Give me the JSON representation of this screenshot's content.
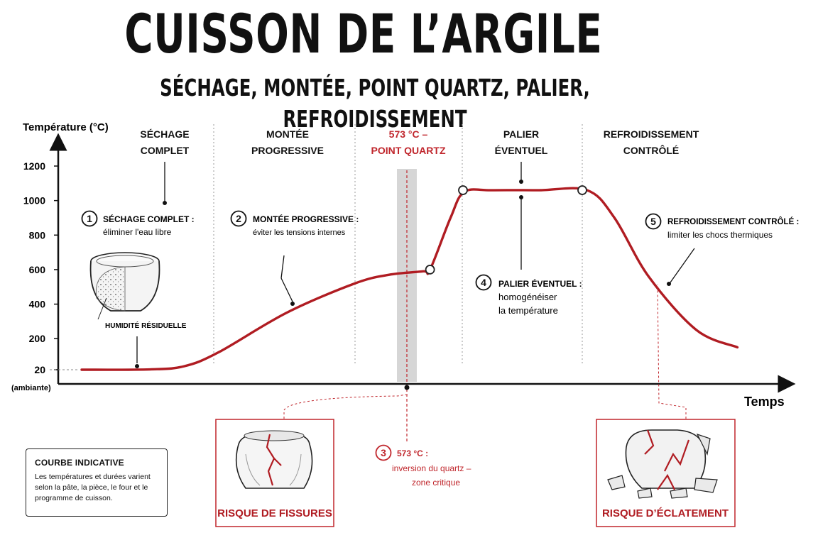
{
  "header": {
    "title": "CUISSON DE L’ARGILE",
    "subtitle": "SÉCHAGE, MONTÉE, POINT QUARTZ, PALIER, REFROIDISSEMENT"
  },
  "colors": {
    "curve": "#b01c22",
    "accent": "#c0262c",
    "ink": "#111111",
    "band": "#cfcfcf"
  },
  "chart_data": {
    "type": "line",
    "ylabel": "Température (°C)",
    "xlabel": "Temps",
    "ylim": [
      0,
      1300
    ],
    "y_ticks": [
      "1200",
      "1000",
      "800",
      "600",
      "400",
      "200",
      "20"
    ],
    "y_tick_values": [
      1200,
      1000,
      800,
      600,
      400,
      200,
      20
    ],
    "y_baseline_note": "(ambiante)",
    "xlim": [
      0,
      1
    ],
    "series": [
      {
        "x": [
          0.0,
          0.1,
          0.15,
          0.2,
          0.3,
          0.4,
          0.45,
          0.5,
          0.51,
          0.54,
          0.56,
          0.6,
          0.67,
          0.74,
          0.78,
          0.83,
          0.9,
          0.96
        ],
        "values": [
          20,
          22,
          40,
          120,
          350,
          520,
          570,
          590,
          600,
          900,
          1050,
          1060,
          1060,
          1060,
          900,
          560,
          250,
          150
        ]
      }
    ],
    "phases": [
      {
        "label_line1": "SÉCHAGE",
        "label_line2": "COMPLET"
      },
      {
        "label_line1": "MONTÉE",
        "label_line2": "PROGRESSIVE"
      },
      {
        "label_line1": "573 °C –",
        "label_line2": "POINT QUARTZ"
      },
      {
        "label_line1": "PALIER",
        "label_line2": "ÉVENTUEL"
      },
      {
        "label_line1": "REFROIDISSEMENT",
        "label_line2": "CONTRÔLÉ"
      }
    ],
    "annotations": [
      {
        "number": "1",
        "title": "SÉCHAGE COMPLET :",
        "text": "éliminer l'eau libre"
      },
      {
        "number": "2",
        "title": "MONTÉE PROGRESSIVE :",
        "text": "éviter les tensions internes"
      },
      {
        "number": "3",
        "title": "573 °C :",
        "text_line1": "inversion du quartz –",
        "text_line2": "zone critique"
      },
      {
        "number": "4",
        "title": "PALIER ÉVENTUEL :",
        "text_line1": "homogénéiser",
        "text_line2": "la température"
      },
      {
        "number": "5",
        "title": "REFROIDISSEMENT CONTRÔLÉ :",
        "text": "limiter les chocs thermiques"
      }
    ],
    "humidity_label": "HUMIDITÉ RÉSIDUELLE",
    "risk_boxes": [
      {
        "label": "RISQUE DE FISSURES"
      },
      {
        "label": "RISQUE D’ÉCLATEMENT"
      }
    ]
  },
  "note": {
    "title": "COURBE INDICATIVE",
    "text": "Les températures et durées varient selon la pâte, la pièce, le four et le programme de cuisson."
  }
}
